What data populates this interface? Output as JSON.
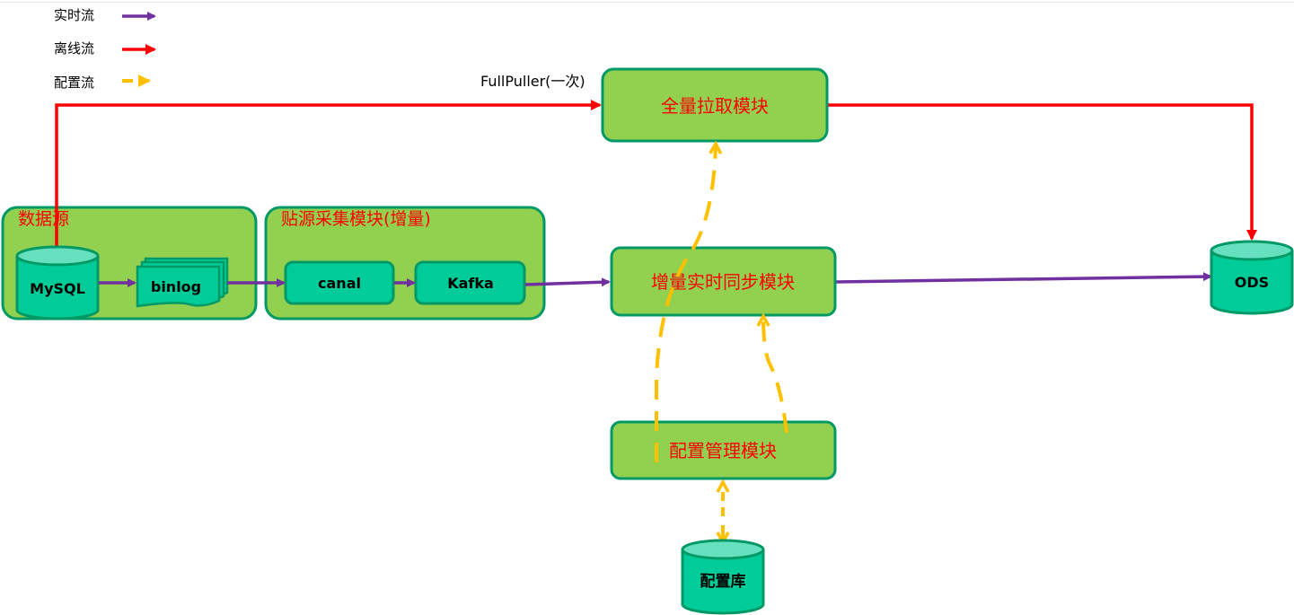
{
  "legend": {
    "realtime": "实时流",
    "offline": "离线流",
    "config": "配置流"
  },
  "colors": {
    "realtime": "#7030a0",
    "offline": "#ff0000",
    "config": "#ffc000",
    "module_fill": "#92d050",
    "module_stroke": "#009966",
    "db_fill": "#00cc99",
    "module_text": "#ff0000"
  },
  "groups": {
    "datasource": "数据源",
    "collector": "贴源采集模块(增量)"
  },
  "nodes": {
    "mysql": "MySQL",
    "binlog": "binlog",
    "canal": "canal",
    "kafka": "Kafka",
    "full_pull": "全量拉取模块",
    "incremental_sync": "增量实时同步模块",
    "config_mgmt": "配置管理模块",
    "config_db": "配置库",
    "ods": "ODS"
  },
  "edge_labels": {
    "full_puller": "FullPuller(一次)"
  }
}
